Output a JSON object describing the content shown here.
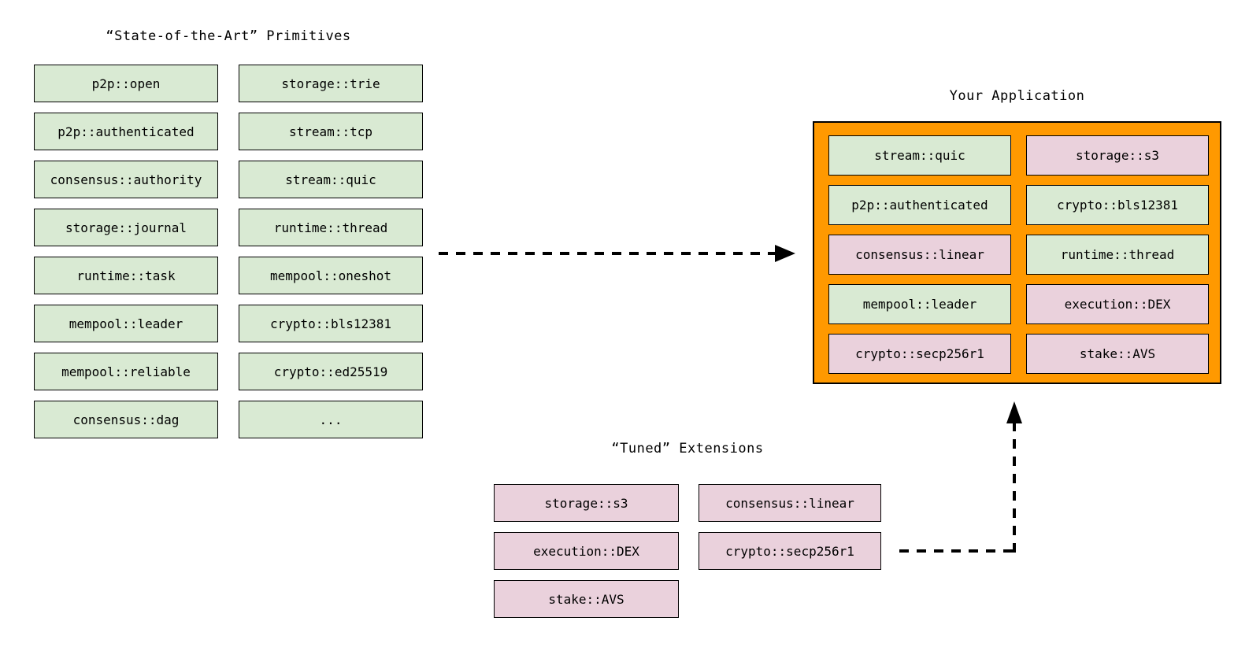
{
  "colors": {
    "green": "#d9ead3",
    "pink": "#ead1dc",
    "orange": "#ff9900",
    "border": "#000000",
    "arrow": "#000000",
    "background": "#ffffff"
  },
  "primitives": {
    "title": "“State-of-the-Art” Primitives",
    "columns": [
      {
        "items": [
          {
            "label": "p2p::open",
            "variant": "green"
          },
          {
            "label": "p2p::authenticated",
            "variant": "green"
          },
          {
            "label": "consensus::authority",
            "variant": "green"
          },
          {
            "label": "storage::journal",
            "variant": "green"
          },
          {
            "label": "runtime::task",
            "variant": "green"
          },
          {
            "label": "mempool::leader",
            "variant": "green"
          },
          {
            "label": "mempool::reliable",
            "variant": "green"
          },
          {
            "label": "consensus::dag",
            "variant": "green"
          }
        ]
      },
      {
        "items": [
          {
            "label": "storage::trie",
            "variant": "green"
          },
          {
            "label": "stream::tcp",
            "variant": "green"
          },
          {
            "label": "stream::quic",
            "variant": "green"
          },
          {
            "label": "runtime::thread",
            "variant": "green"
          },
          {
            "label": "mempool::oneshot",
            "variant": "green"
          },
          {
            "label": "crypto::bls12381",
            "variant": "green"
          },
          {
            "label": "crypto::ed25519",
            "variant": "green"
          },
          {
            "label": "...",
            "variant": "green"
          }
        ]
      }
    ]
  },
  "application": {
    "title": "Your Application",
    "columns": [
      {
        "items": [
          {
            "label": "stream::quic",
            "variant": "green"
          },
          {
            "label": "p2p::authenticated",
            "variant": "green"
          },
          {
            "label": "consensus::linear",
            "variant": "pink"
          },
          {
            "label": "mempool::leader",
            "variant": "green"
          },
          {
            "label": "crypto::secp256r1",
            "variant": "pink"
          }
        ]
      },
      {
        "items": [
          {
            "label": "storage::s3",
            "variant": "pink"
          },
          {
            "label": "crypto::bls12381",
            "variant": "green"
          },
          {
            "label": "runtime::thread",
            "variant": "green"
          },
          {
            "label": "execution::DEX",
            "variant": "pink"
          },
          {
            "label": "stake::AVS",
            "variant": "pink"
          }
        ]
      }
    ]
  },
  "extensions": {
    "title": "“Tuned” Extensions",
    "columns": [
      {
        "items": [
          {
            "label": "storage::s3",
            "variant": "pink"
          },
          {
            "label": "execution::DEX",
            "variant": "pink"
          },
          {
            "label": "stake::AVS",
            "variant": "pink"
          }
        ]
      },
      {
        "items": [
          {
            "label": "consensus::linear",
            "variant": "pink"
          },
          {
            "label": "crypto::secp256r1",
            "variant": "pink"
          }
        ]
      }
    ]
  }
}
